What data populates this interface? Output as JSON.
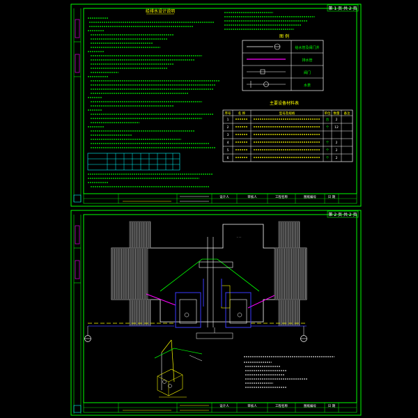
{
  "sheet1": {
    "corner_label": "第 1 页 共 2 页",
    "notes_title": "给排水设计说明",
    "legend_title": "图 例",
    "legend_items": [
      {
        "label": "给水管及阀门井"
      },
      {
        "label": "排水管"
      },
      {
        "label": "阀门"
      },
      {
        "label": "水表"
      }
    ],
    "equipment_title": "主要设备材料表",
    "equipment_headers": [
      "序号",
      "名 称",
      "型号及规格",
      "单位",
      "数量",
      "备注"
    ],
    "equipment_rows": [
      {
        "no": "1",
        "unit": "台",
        "qty": "2"
      },
      {
        "no": "2",
        "unit": "个",
        "qty": "12"
      },
      {
        "no": "3",
        "unit": "",
        "qty": ""
      },
      {
        "no": "4",
        "unit": "个",
        "qty": "2"
      },
      {
        "no": "5",
        "unit": "个",
        "qty": "2"
      },
      {
        "no": "6",
        "unit": "个",
        "qty": "2"
      }
    ],
    "title_block": {
      "designer": "设计人",
      "checker": "审核人",
      "project": "工程名称",
      "drawing_no": "图纸编号",
      "date": "日 期"
    }
  },
  "sheet2": {
    "corner_label": "第 2 页 共 2 页",
    "title_block": {
      "designer": "设计人",
      "checker": "审核人",
      "project": "工程名称",
      "drawing_no": "图纸编号",
      "date": "日 期"
    }
  },
  "colors": {
    "frame": "#00ff00",
    "text": "#00ff00",
    "white": "#ffffff",
    "cyan": "#00ffff",
    "blue": "#3a3aff",
    "magenta": "#ff00ff",
    "yellow": "#ffff00",
    "red": "#ff2020"
  }
}
